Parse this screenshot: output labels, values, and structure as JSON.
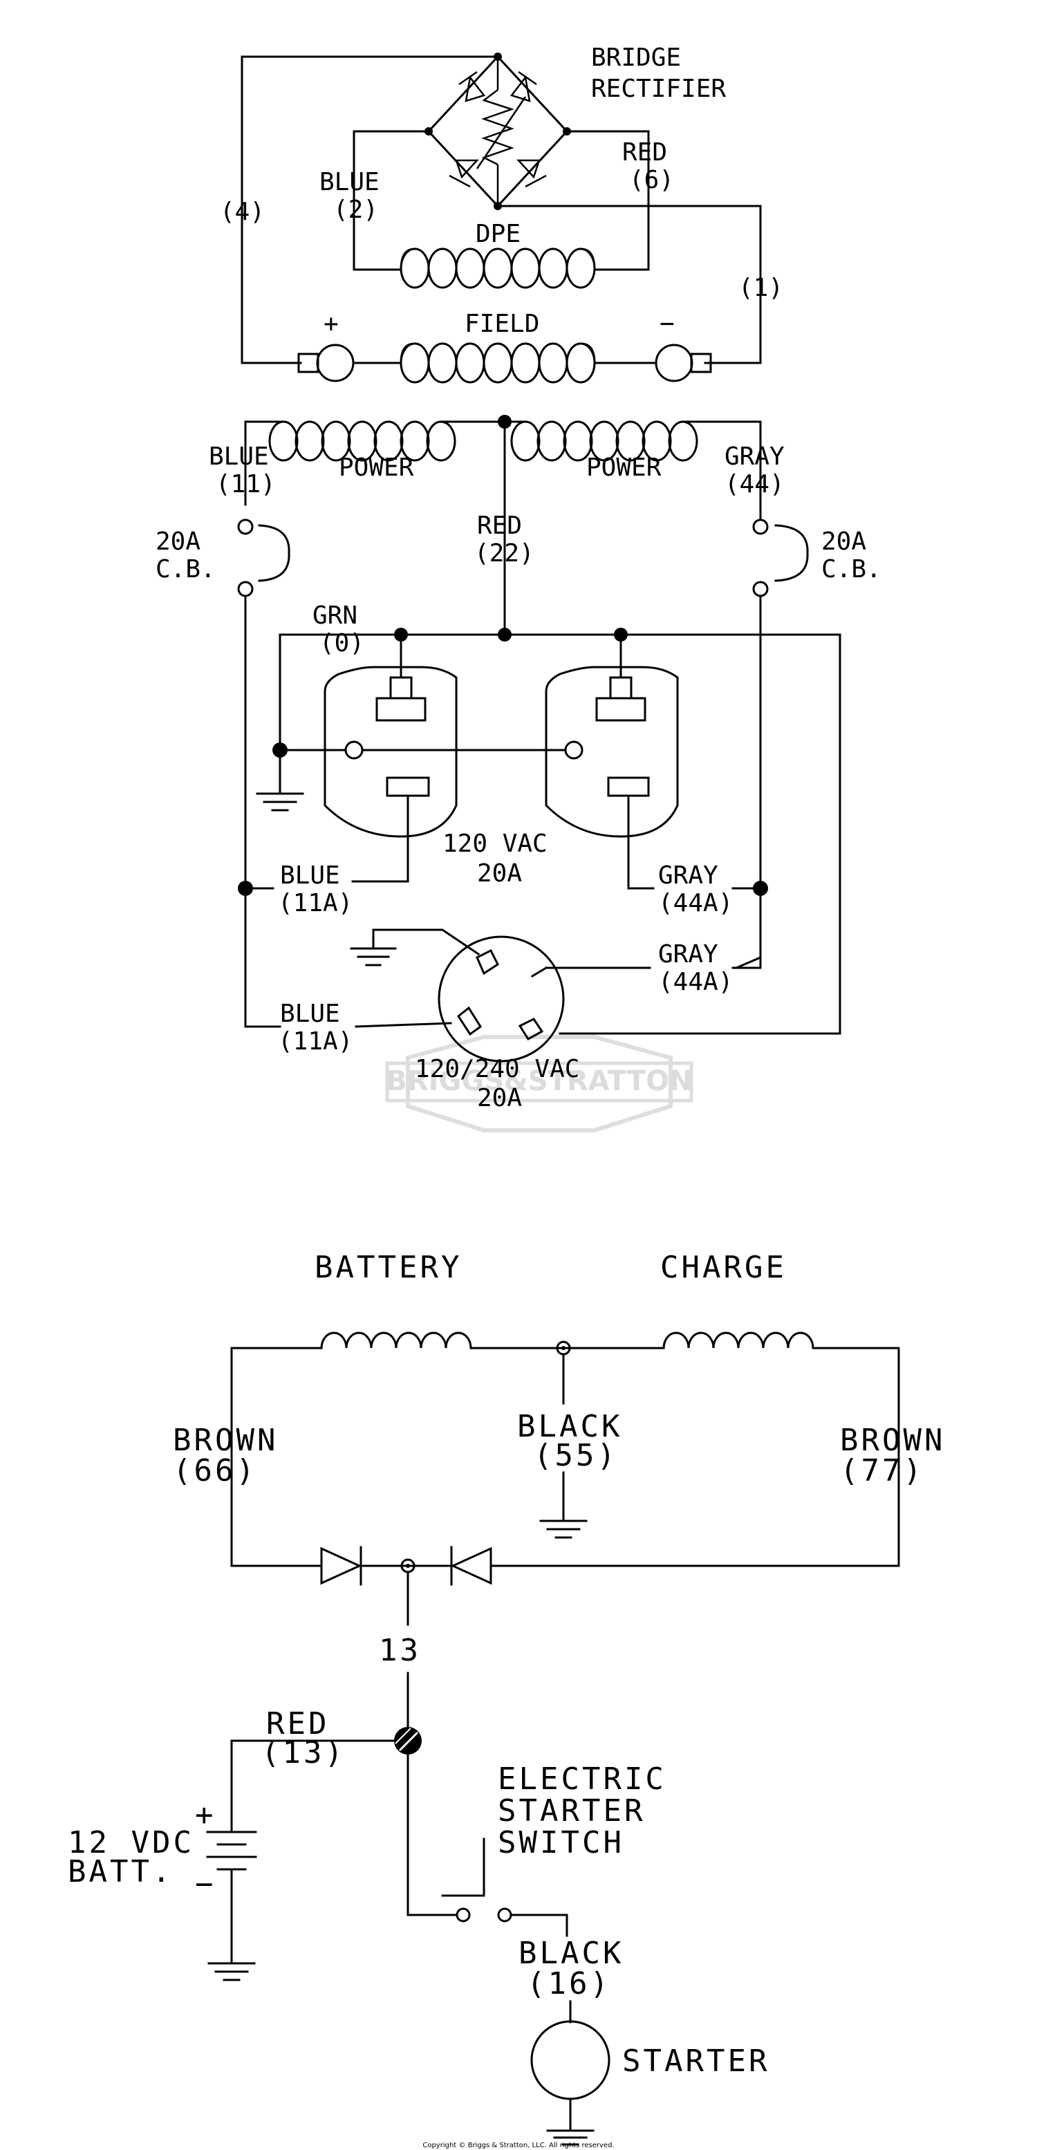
{
  "labels": {
    "bridge": "BRIDGE",
    "rectifier": "RECTIFIER",
    "blue": "BLUE",
    "num2": "(2)",
    "red": "RED",
    "num6": "(6)",
    "dpe": "DPE",
    "num4": "(4)",
    "num1": "(1)",
    "plus": "+",
    "minus": "−",
    "field": "FIELD",
    "power_left": "POWER",
    "power_right": "POWER",
    "num11": "(11)",
    "gray": "GRAY",
    "num44": "(44)",
    "cb_rating": "20A",
    "cb_abbr": "C.B.",
    "red22_color": "RED",
    "num22": "(22)",
    "grn": "GRN",
    "num0": "(0)",
    "vac120": "120 VAC",
    "amp20": "20A",
    "blue11a_color": "BLUE",
    "num11a": "(11A)",
    "gray44a_color": "GRAY",
    "num44a": "(44A)",
    "vac120_240": "120/240 VAC",
    "amp20b": "20A",
    "battery": "BATTERY",
    "charge": "CHARGE",
    "brown": "BROWN",
    "num66": "(66)",
    "black": "BLACK",
    "num55": "(55)",
    "num77": "(77)",
    "num13": "13",
    "red13_color": "RED",
    "num13p": "(13)",
    "vdc12": "12 VDC",
    "batt": "BATT.",
    "electric": "ELECTRIC",
    "starter_word": "STARTER",
    "switch": "SWITCH",
    "black16_color": "BLACK",
    "num16": "(16)",
    "starter": "STARTER",
    "copyright": "Copyright © Briggs & Stratton, LLC. All rights reserved.",
    "watermark": "BRIGGS&STRATTON"
  }
}
